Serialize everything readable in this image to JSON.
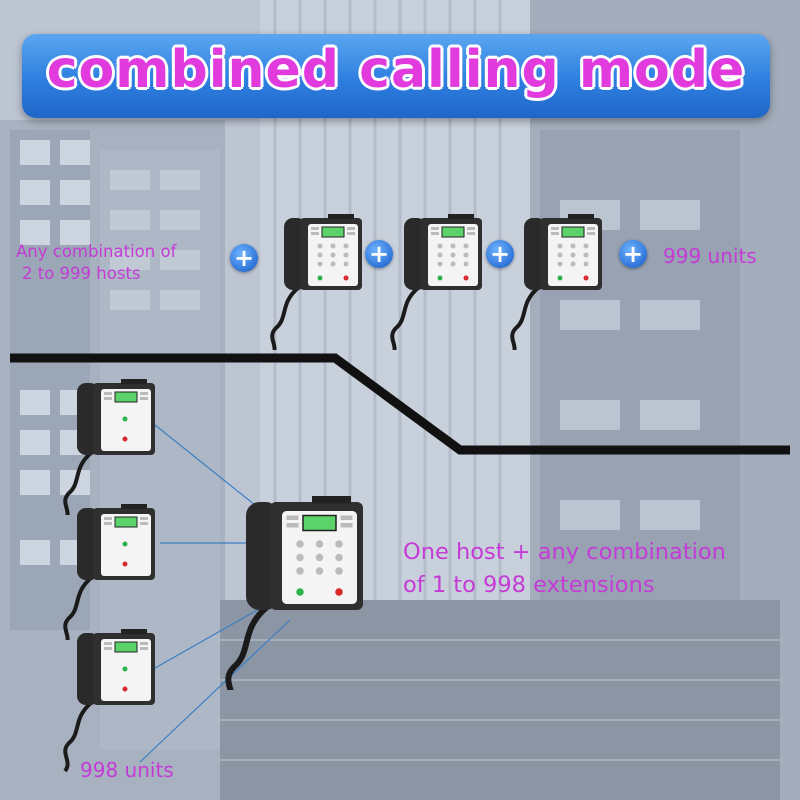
{
  "title": "combined calling mode",
  "top_section": {
    "label_line1": "Any combination of",
    "label_line2": "2 to 999 hosts",
    "count_label": "999 units",
    "plus_symbol": "+"
  },
  "bottom_section": {
    "label_line1": "One host + any combination",
    "label_line2": "of 1 to 998 extensions",
    "count_label": "998 units"
  },
  "colors": {
    "accent_text": "#c43bd6",
    "banner_blue": "#2e7fe0",
    "plus_blue": "#2e74d8"
  }
}
